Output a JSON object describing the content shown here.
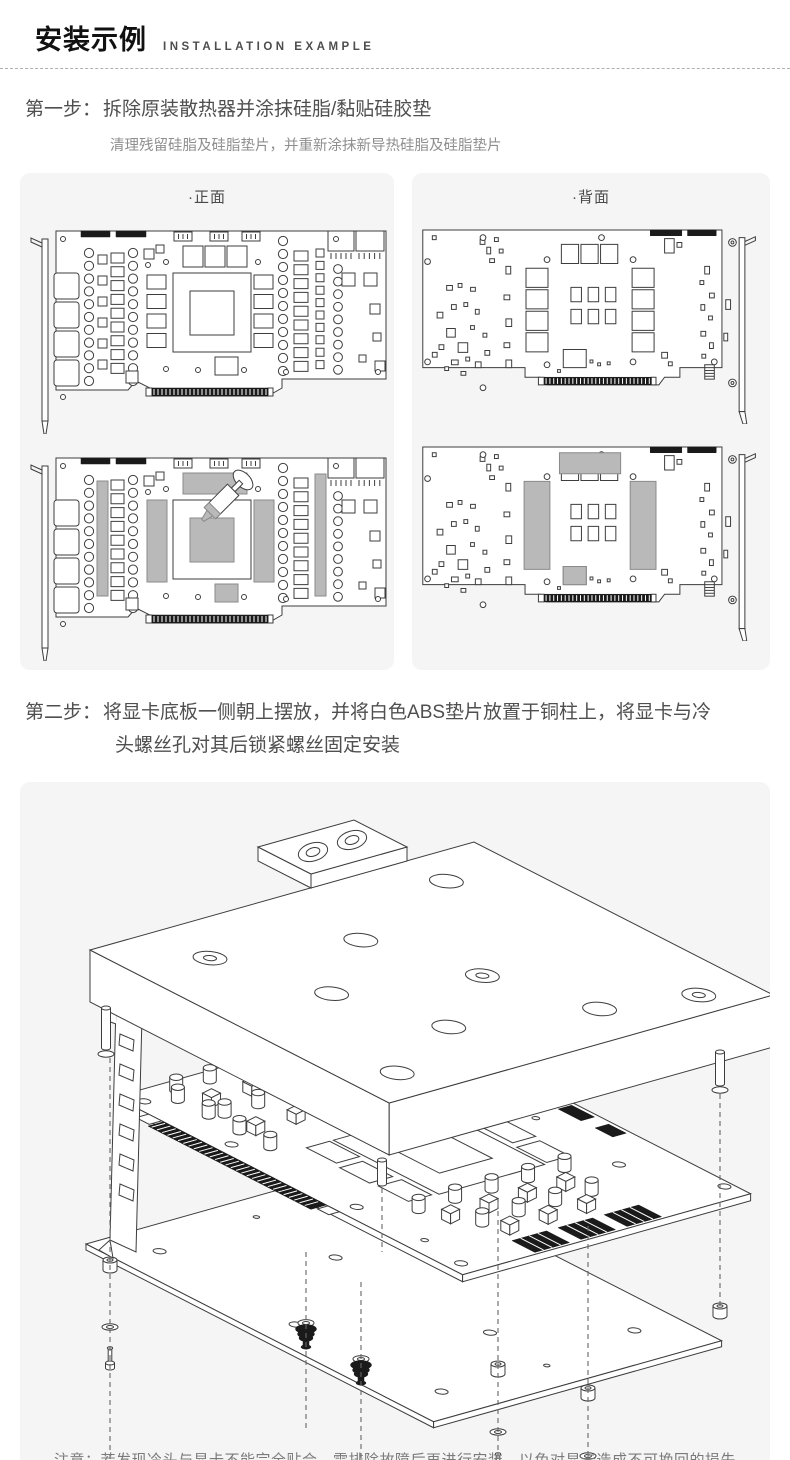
{
  "header": {
    "title": "安装示例",
    "subtitle": "INSTALLATION EXAMPLE"
  },
  "step1": {
    "label": "第一步：",
    "title": "拆除原装散热器并涂抹硅脂/黏贴硅胶垫",
    "note": "清理残留硅脂及硅脂垫片，并重新涂抹新导热硅脂及硅脂垫片"
  },
  "panels": {
    "front_caption": "·正面",
    "back_caption": "·背面"
  },
  "step2": {
    "label": "第二步：",
    "line1": "将显卡底板一侧朝上摆放，并将白色ABS垫片放置于铜柱上，将显卡与冷",
    "line2": "头螺丝孔对其后锁紧螺丝固定安装"
  },
  "assembly": {
    "note": "注意：若发现冷头与显卡不能完全贴合，需排除故障后再进行安装，以免对显卡造成不可挽回的损失"
  },
  "colors": {
    "line": "#3d3d3d",
    "dark": "#1a1a1a",
    "pad_gray": "#b9b9b9",
    "panel_bg": "#f5f5f6"
  }
}
